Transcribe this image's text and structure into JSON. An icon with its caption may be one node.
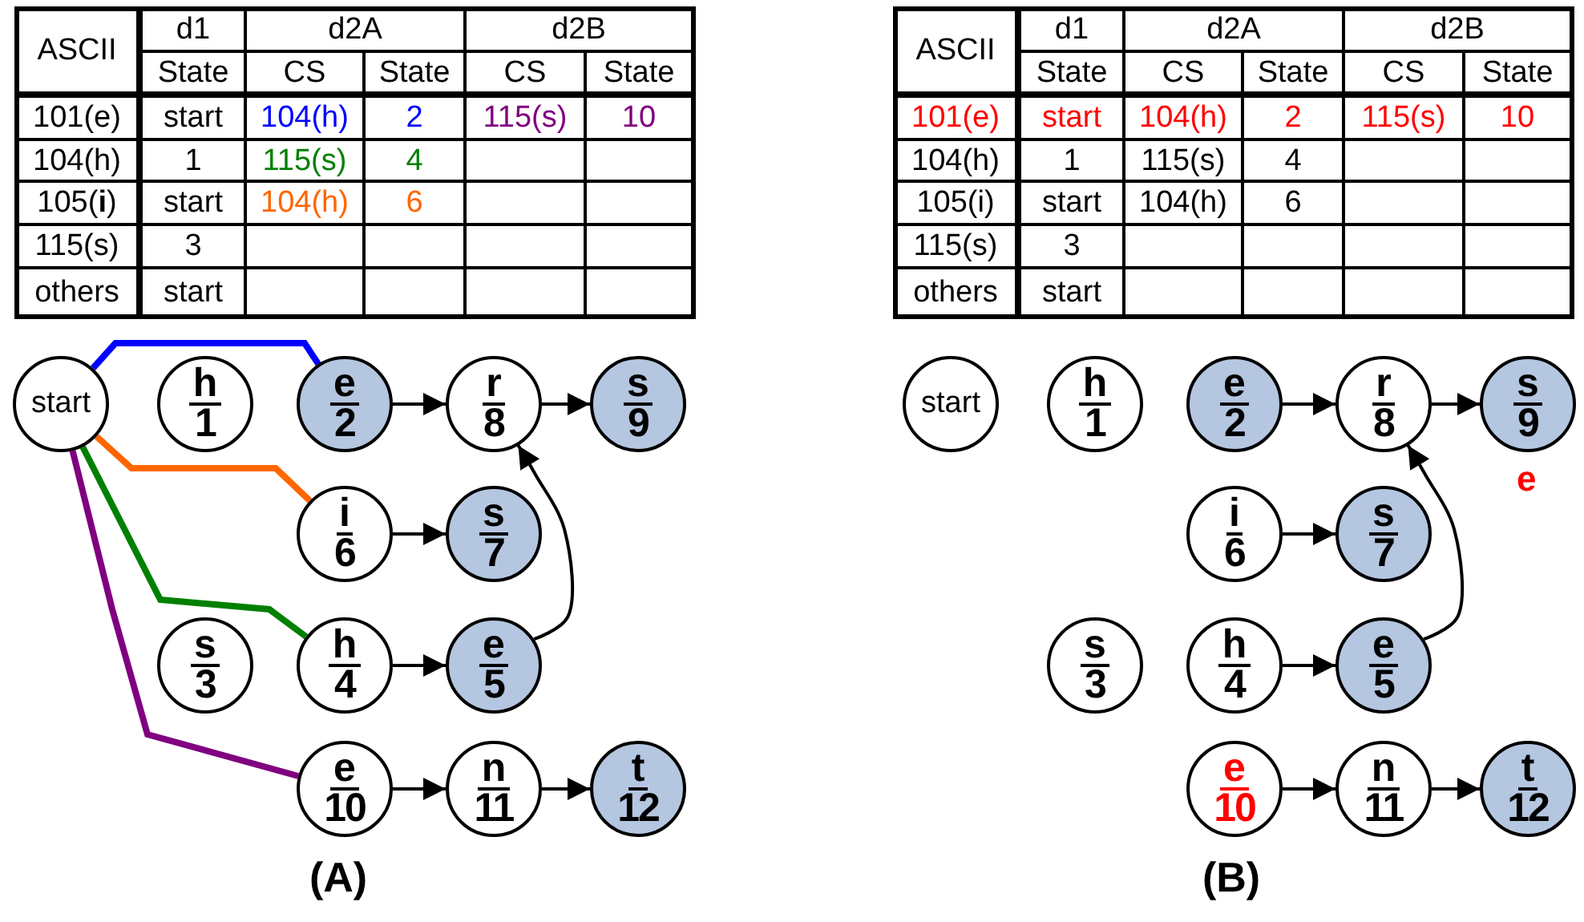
{
  "diagram": {
    "nodes": [
      {
        "text": [
          "start"
        ]
      },
      {
        "text": [
          "h",
          "1"
        ]
      },
      {
        "text": [
          "e",
          "2"
        ]
      },
      {
        "text": [
          "r",
          "8"
        ]
      },
      {
        "text": [
          "s",
          "9"
        ]
      },
      {
        "text": [
          "i",
          "6"
        ]
      },
      {
        "text": [
          "s",
          "7"
        ]
      },
      {
        "text": [
          "s",
          "3"
        ]
      },
      {
        "text": [
          "h",
          "4"
        ]
      },
      {
        "text": [
          "e",
          "5"
        ]
      },
      {
        "text": [
          "e",
          "10"
        ]
      },
      {
        "text": [
          "n",
          "11"
        ]
      },
      {
        "text": [
          "t",
          "12"
        ]
      },
      {
        "text": [
          "start"
        ]
      },
      {
        "text": [
          "h",
          "1"
        ]
      },
      {
        "text": [
          "e",
          "2"
        ]
      },
      {
        "text": [
          "r",
          "8"
        ]
      },
      {
        "text": [
          "s",
          "9"
        ],
        "beside": [
          "e"
        ]
      },
      {
        "text": [
          "i",
          "6"
        ]
      },
      {
        "text": [
          "s",
          "7"
        ]
      },
      {
        "text": [
          "s",
          "3"
        ]
      },
      {
        "text": [
          "h",
          "4"
        ]
      },
      {
        "text": [
          "e",
          "5"
        ]
      },
      {
        "text": [
          "e",
          "10"
        ]
      },
      {
        "text": [
          "n",
          "11"
        ]
      },
      {
        "text": [
          "t",
          "12"
        ]
      }
    ],
    "edges": [
      {
        "from": 2,
        "to": 3,
        "arrow": "to"
      },
      {
        "from": 3,
        "to": 4,
        "arrow": "to"
      },
      {
        "from": 5,
        "to": 6,
        "arrow": "to"
      },
      {
        "from": 8,
        "to": 9,
        "arrow": "to"
      },
      {
        "from": 9,
        "to": 3,
        "arrow": "to"
      },
      {
        "from": 10,
        "to": 11,
        "arrow": "to"
      },
      {
        "from": 11,
        "to": 12,
        "arrow": "to"
      },
      {
        "from": 0,
        "to": 2,
        "arrow": "none",
        "style": "thick",
        "color": "#0000ff"
      },
      {
        "from": 0,
        "to": 5,
        "arrow": "none",
        "style": "thick",
        "color": "#ff6600"
      },
      {
        "from": 0,
        "to": 8,
        "arrow": "none",
        "style": "thick",
        "color": "#008000"
      },
      {
        "from": 0,
        "to": 10,
        "arrow": "none",
        "style": "thick",
        "color": "#800080"
      },
      {
        "from": 15,
        "to": 16,
        "arrow": "to"
      },
      {
        "from": 16,
        "to": 17,
        "arrow": "to"
      },
      {
        "from": 18,
        "to": 19,
        "arrow": "to"
      },
      {
        "from": 21,
        "to": 22,
        "arrow": "to"
      },
      {
        "from": 22,
        "to": 16,
        "arrow": "to"
      },
      {
        "from": 23,
        "to": 24,
        "arrow": "to"
      },
      {
        "from": 24,
        "to": 25,
        "arrow": "to"
      }
    ],
    "labels": [
      "ASCII",
      "d1",
      "d2A",
      "d2B",
      "State",
      "CS",
      "State",
      "CS",
      "State",
      "101(e)",
      "start",
      "104(h)",
      "2",
      "115(s)",
      "10",
      "104(h)",
      "1",
      "115(s)",
      "4",
      "105(**i**)",
      "start",
      "104(h)",
      "6",
      "115(s)",
      "3",
      "others",
      "start",
      "ASCII",
      "d1",
      "d2A",
      "d2B",
      "State",
      "CS",
      "State",
      "CS",
      "State",
      "101(e)",
      "start",
      "104(h)",
      "2",
      "115(s)",
      "10",
      "104(h)",
      "1",
      "115(s)",
      "4",
      "105(i)",
      "start",
      "104(h)",
      "6",
      "115(s)",
      "3",
      "others",
      "start",
      "(A)",
      "(B)"
    ]
  }
}
